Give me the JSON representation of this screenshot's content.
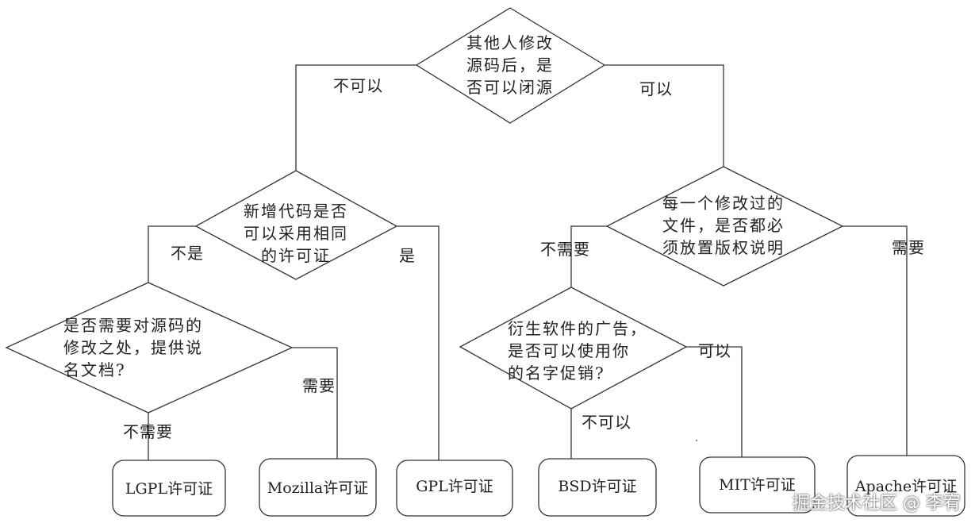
{
  "nodes": {
    "root": [
      "其他人修改",
      "源码后，是",
      "否可以闭源"
    ],
    "left": [
      "新增代码是否",
      "可以采用相同",
      "的许可证"
    ],
    "right": [
      "每一个修改过的",
      "文件，是否都必",
      "须放置版权说明"
    ],
    "ll": [
      "是否需要对源码的",
      "修改之处，提供说",
      "名文档?"
    ],
    "rl": [
      "衍生软件的广告，",
      "是否可以使用你",
      "的名字促销?"
    ]
  },
  "edges": {
    "root_no": "不可以",
    "root_yes": "可以",
    "left_no": "不是",
    "left_yes": "是",
    "right_no": "不需要",
    "right_yes": "需要",
    "ll_no": "不需要",
    "ll_yes": "需要",
    "rl_yes": "可以",
    "rl_no": "不可以"
  },
  "licenses": {
    "lgpl": "LGPL许可证",
    "mozilla": "Mozilla许可证",
    "gpl": "GPL许可证",
    "bsd": "BSD许可证",
    "mit": "MIT许可证",
    "apache": "Apache许可证"
  },
  "watermark": "掘金技术社区 @ 李宥"
}
